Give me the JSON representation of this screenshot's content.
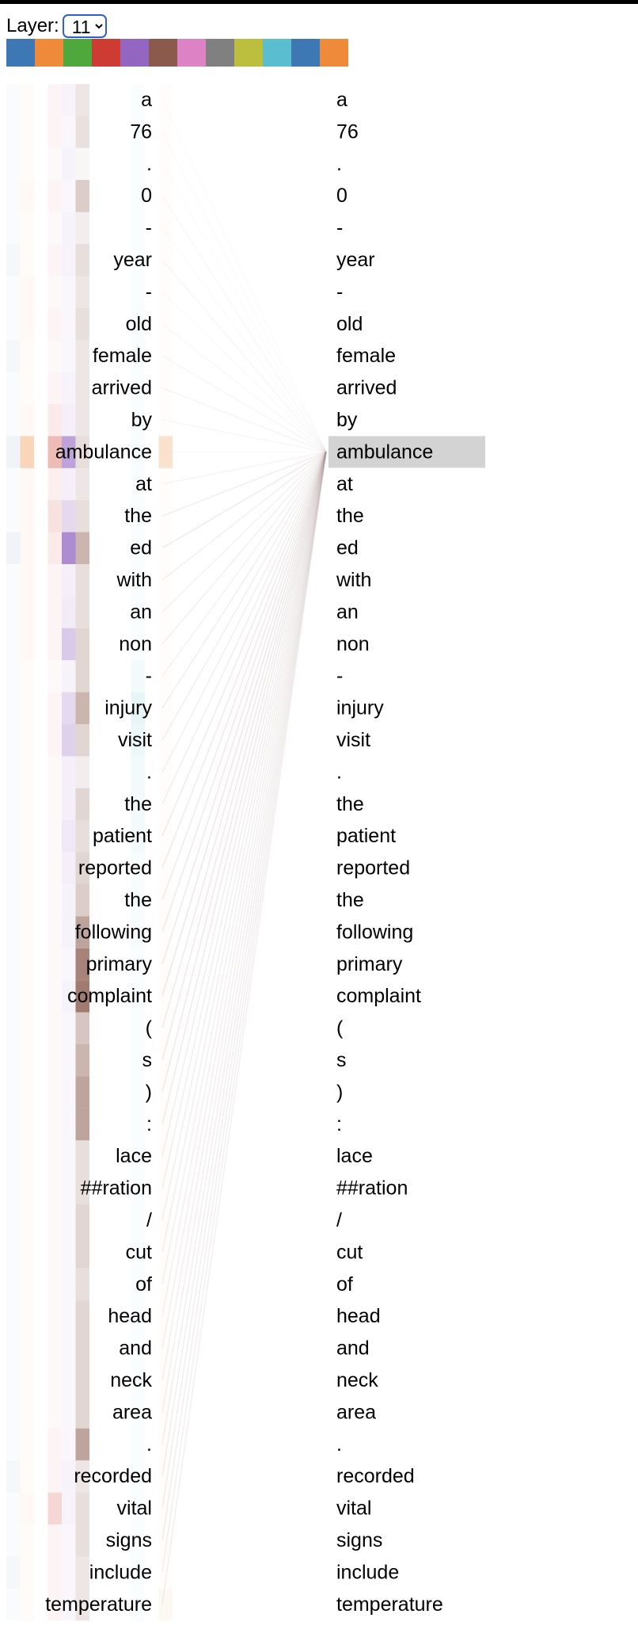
{
  "layer_selector": {
    "label": "Layer:",
    "selected": "11",
    "options": [
      "11"
    ]
  },
  "head_colors": [
    "#3d78b5",
    "#ef8a3a",
    "#4ea83c",
    "#ce3b32",
    "#9366c1",
    "#8b5a4c",
    "#dc82c5",
    "#808080",
    "#bcbf3d",
    "#5abed0",
    "#3d78b5",
    "#ef8a3a"
  ],
  "selected_token_index": 11,
  "tokens": [
    "a",
    "76",
    ".",
    "0",
    "-",
    "year",
    "-",
    "old",
    "female",
    "arrived",
    "by",
    "ambulance",
    "at",
    "the",
    "ed",
    "with",
    "an",
    "non",
    "-",
    "injury",
    "visit",
    ".",
    "the",
    "patient",
    "reported",
    "the",
    "following",
    "primary",
    "complaint",
    "(",
    "s",
    ")",
    ":",
    "lace",
    "##ration",
    "/",
    "cut",
    "of",
    "head",
    "and",
    "neck",
    "area",
    ".",
    "recorded",
    "vital",
    "signs",
    "include",
    "temperature"
  ],
  "attention_to_selected": [
    0.1,
    0.12,
    0.08,
    0.2,
    0.12,
    0.25,
    0.15,
    0.2,
    0.25,
    0.3,
    0.25,
    0.15,
    0.3,
    0.45,
    0.5,
    0.4,
    0.35,
    0.4,
    0.35,
    0.45,
    0.45,
    0.4,
    0.45,
    0.5,
    0.5,
    0.5,
    0.55,
    0.55,
    0.6,
    0.55,
    0.55,
    0.55,
    0.55,
    0.45,
    0.45,
    0.45,
    0.45,
    0.4,
    0.4,
    0.4,
    0.4,
    0.4,
    0.45,
    0.45,
    0.45,
    0.45,
    0.4,
    0.4
  ],
  "head_weights": {
    "head_3": [
      0.05,
      0.05,
      0.03,
      0.05,
      0.03,
      0.05,
      0.03,
      0.05,
      0.03,
      0.05,
      0.1,
      0.35,
      0.08,
      0.15,
      0.1,
      0.05,
      0.05,
      0.05,
      0.03,
      0.05,
      0.05,
      0.03,
      0.03,
      0.03,
      0.03,
      0.03,
      0.03,
      0.03,
      0.03,
      0.03,
      0.03,
      0.03,
      0.03,
      0.03,
      0.03,
      0.03,
      0.03,
      0.03,
      0.03,
      0.03,
      0.03,
      0.03,
      0.05,
      0.05,
      0.2,
      0.05,
      0.05,
      0.05
    ],
    "head_4": [
      0.08,
      0.05,
      0.08,
      0.05,
      0.08,
      0.08,
      0.05,
      0.05,
      0.05,
      0.08,
      0.1,
      0.6,
      0.1,
      0.25,
      0.75,
      0.1,
      0.12,
      0.35,
      0.08,
      0.25,
      0.3,
      0.1,
      0.1,
      0.15,
      0.1,
      0.08,
      0.08,
      0.05,
      0.08,
      0.05,
      0.05,
      0.05,
      0.05,
      0.05,
      0.05,
      0.05,
      0.05,
      0.05,
      0.05,
      0.05,
      0.05,
      0.05,
      0.05,
      0.08,
      0.08,
      0.05,
      0.05,
      0.05
    ],
    "head_5": [
      0.15,
      0.18,
      0.05,
      0.3,
      0.1,
      0.2,
      0.15,
      0.2,
      0.15,
      0.15,
      0.15,
      0.2,
      0.15,
      0.2,
      0.45,
      0.2,
      0.2,
      0.25,
      0.25,
      0.45,
      0.25,
      0.1,
      0.25,
      0.2,
      0.25,
      0.3,
      0.55,
      0.75,
      0.8,
      0.35,
      0.45,
      0.55,
      0.55,
      0.2,
      0.2,
      0.25,
      0.25,
      0.2,
      0.25,
      0.25,
      0.25,
      0.25,
      0.55,
      0.15,
      0.2,
      0.2,
      0.15,
      0.15
    ],
    "head_1": [
      0.03,
      0.03,
      0.03,
      0.05,
      0.03,
      0.03,
      0.05,
      0.05,
      0.03,
      0.03,
      0.05,
      0.35,
      0.05,
      0.05,
      0.05,
      0.05,
      0.05,
      0.05,
      0.03,
      0.03,
      0.03,
      0.03,
      0.03,
      0.03,
      0.03,
      0.03,
      0.03,
      0.03,
      0.03,
      0.03,
      0.03,
      0.03,
      0.03,
      0.03,
      0.03,
      0.03,
      0.03,
      0.03,
      0.03,
      0.03,
      0.03,
      0.03,
      0.03,
      0.03,
      0.05,
      0.03,
      0.03,
      0.03
    ],
    "head_0": [
      0.03,
      0.03,
      0.03,
      0.03,
      0.03,
      0.05,
      0.03,
      0.03,
      0.05,
      0.03,
      0.03,
      0.08,
      0.03,
      0.03,
      0.08,
      0.03,
      0.03,
      0.03,
      0.03,
      0.03,
      0.03,
      0.03,
      0.03,
      0.03,
      0.03,
      0.03,
      0.03,
      0.03,
      0.03,
      0.03,
      0.03,
      0.03,
      0.03,
      0.03,
      0.03,
      0.03,
      0.03,
      0.03,
      0.03,
      0.03,
      0.03,
      0.03,
      0.03,
      0.05,
      0.03,
      0.03,
      0.05,
      0.03
    ],
    "head_11": [
      0.02,
      0.02,
      0.02,
      0.02,
      0.02,
      0.02,
      0.02,
      0.02,
      0.02,
      0.02,
      0.02,
      0.25,
      0.02,
      0.02,
      0.02,
      0.02,
      0.02,
      0.02,
      0.02,
      0.02,
      0.02,
      0.02,
      0.02,
      0.02,
      0.02,
      0.02,
      0.02,
      0.02,
      0.02,
      0.02,
      0.02,
      0.02,
      0.02,
      0.02,
      0.02,
      0.02,
      0.02,
      0.02,
      0.02,
      0.02,
      0.02,
      0.02,
      0.02,
      0.02,
      0.02,
      0.02,
      0.02,
      0.06
    ],
    "head_9": [
      0.03,
      0.03,
      0.03,
      0.03,
      0.03,
      0.03,
      0.03,
      0.03,
      0.03,
      0.03,
      0.03,
      0.05,
      0.03,
      0.03,
      0.03,
      0.03,
      0.03,
      0.03,
      0.08,
      0.15,
      0.12,
      0.08,
      0.08,
      0.08,
      0.05,
      0.05,
      0.05,
      0.03,
      0.03,
      0.03,
      0.03,
      0.03,
      0.03,
      0.03,
      0.03,
      0.03,
      0.03,
      0.03,
      0.03,
      0.03,
      0.03,
      0.03,
      0.03,
      0.03,
      0.03,
      0.03,
      0.03,
      0.03
    ]
  }
}
